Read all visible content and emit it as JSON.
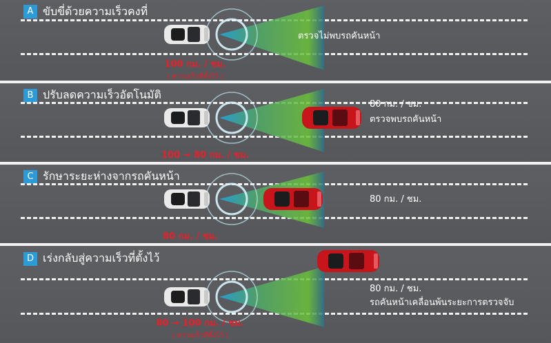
{
  "colors": {
    "background": "#5b5d61",
    "badge": "#2d9bd8",
    "speed_text": "#e8202a",
    "radar_green": "#6cc13a",
    "radar_blue": "#1ea9e0",
    "lead_car": "#c8151c"
  },
  "panels": [
    {
      "badge": "A",
      "title": "ขับขี่ด้วยความเร็วคงที่",
      "notes": [
        "ตรวจไม่พบรถคันหน้า"
      ],
      "speed": "100 กม. / ชม.",
      "speed_sub": "( ความเร็วที่ตั้งไว้ )"
    },
    {
      "badge": "B",
      "title": "ปรับลดความเร็วอัตโนมัติ",
      "notes": [
        "80 กม. / ชม.",
        "ตรวจพบรถคันหน้า"
      ],
      "speed": "100 → 80 กม. / ชม.",
      "speed_sub": ""
    },
    {
      "badge": "C",
      "title": "รักษาระยะห่างจากรถคันหน้า",
      "notes": [
        "80 กม. / ชม."
      ],
      "speed": "80 กม. / ชม.",
      "speed_sub": ""
    },
    {
      "badge": "D",
      "title": "เร่งกลับสู่ความเร็วที่ตั้งไว้",
      "notes": [
        "80 กม. / ชม.",
        "รถคันหน้าเคลื่อนพ้นระยะการตรวจจับ"
      ],
      "speed": "80 → 100 กม. / ชม.",
      "speed_sub": "( ความเร็วที่ตั้งไว้ )"
    }
  ]
}
